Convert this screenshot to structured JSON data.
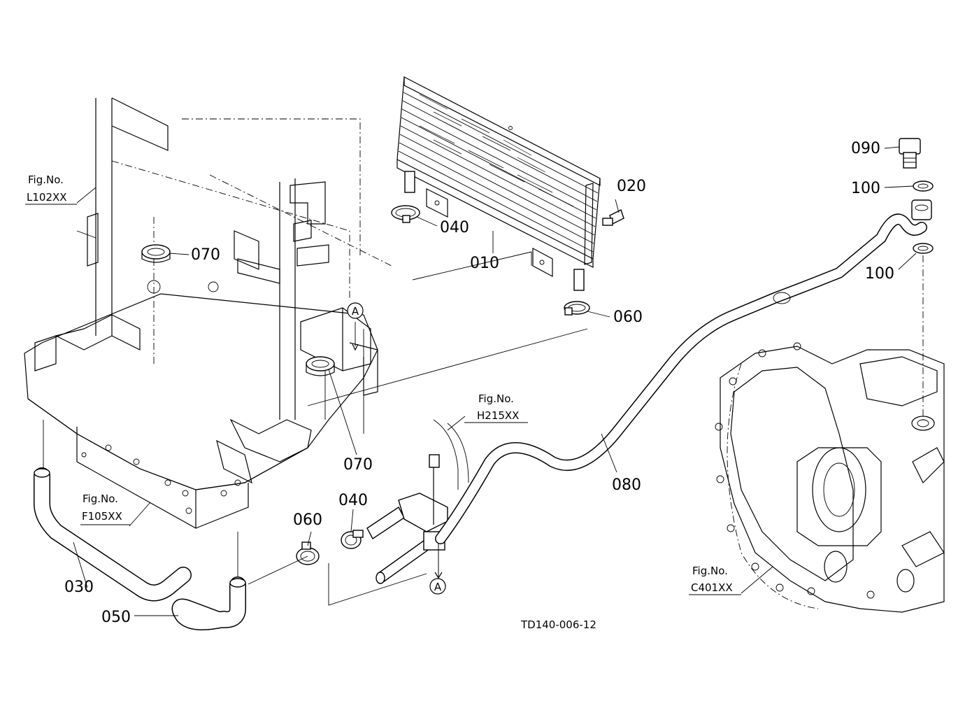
{
  "diagram": {
    "drawing_code": "TD140-006-12",
    "callouts": [
      {
        "id": "010",
        "label": "010"
      },
      {
        "id": "020",
        "label": "020"
      },
      {
        "id": "030",
        "label": "030"
      },
      {
        "id": "040a",
        "label": "040"
      },
      {
        "id": "040b",
        "label": "040"
      },
      {
        "id": "050",
        "label": "050"
      },
      {
        "id": "060a",
        "label": "060"
      },
      {
        "id": "060b",
        "label": "060"
      },
      {
        "id": "070a",
        "label": "070"
      },
      {
        "id": "070b",
        "label": "070"
      },
      {
        "id": "080",
        "label": "080"
      },
      {
        "id": "090",
        "label": "090"
      },
      {
        "id": "100a",
        "label": "100"
      },
      {
        "id": "100b",
        "label": "100"
      }
    ],
    "figure_refs": [
      {
        "id": "l102",
        "line1": "Fig.No.",
        "line2": "L102XX"
      },
      {
        "id": "f105",
        "line1": "Fig.No.",
        "line2": "F105XX"
      },
      {
        "id": "h215",
        "line1": "Fig.No.",
        "line2": "H215XX"
      },
      {
        "id": "c401",
        "line1": "Fig.No.",
        "line2": "C401XX"
      }
    ],
    "markers": [
      {
        "id": "a1",
        "label": "A"
      },
      {
        "id": "a2",
        "label": "A"
      }
    ]
  }
}
